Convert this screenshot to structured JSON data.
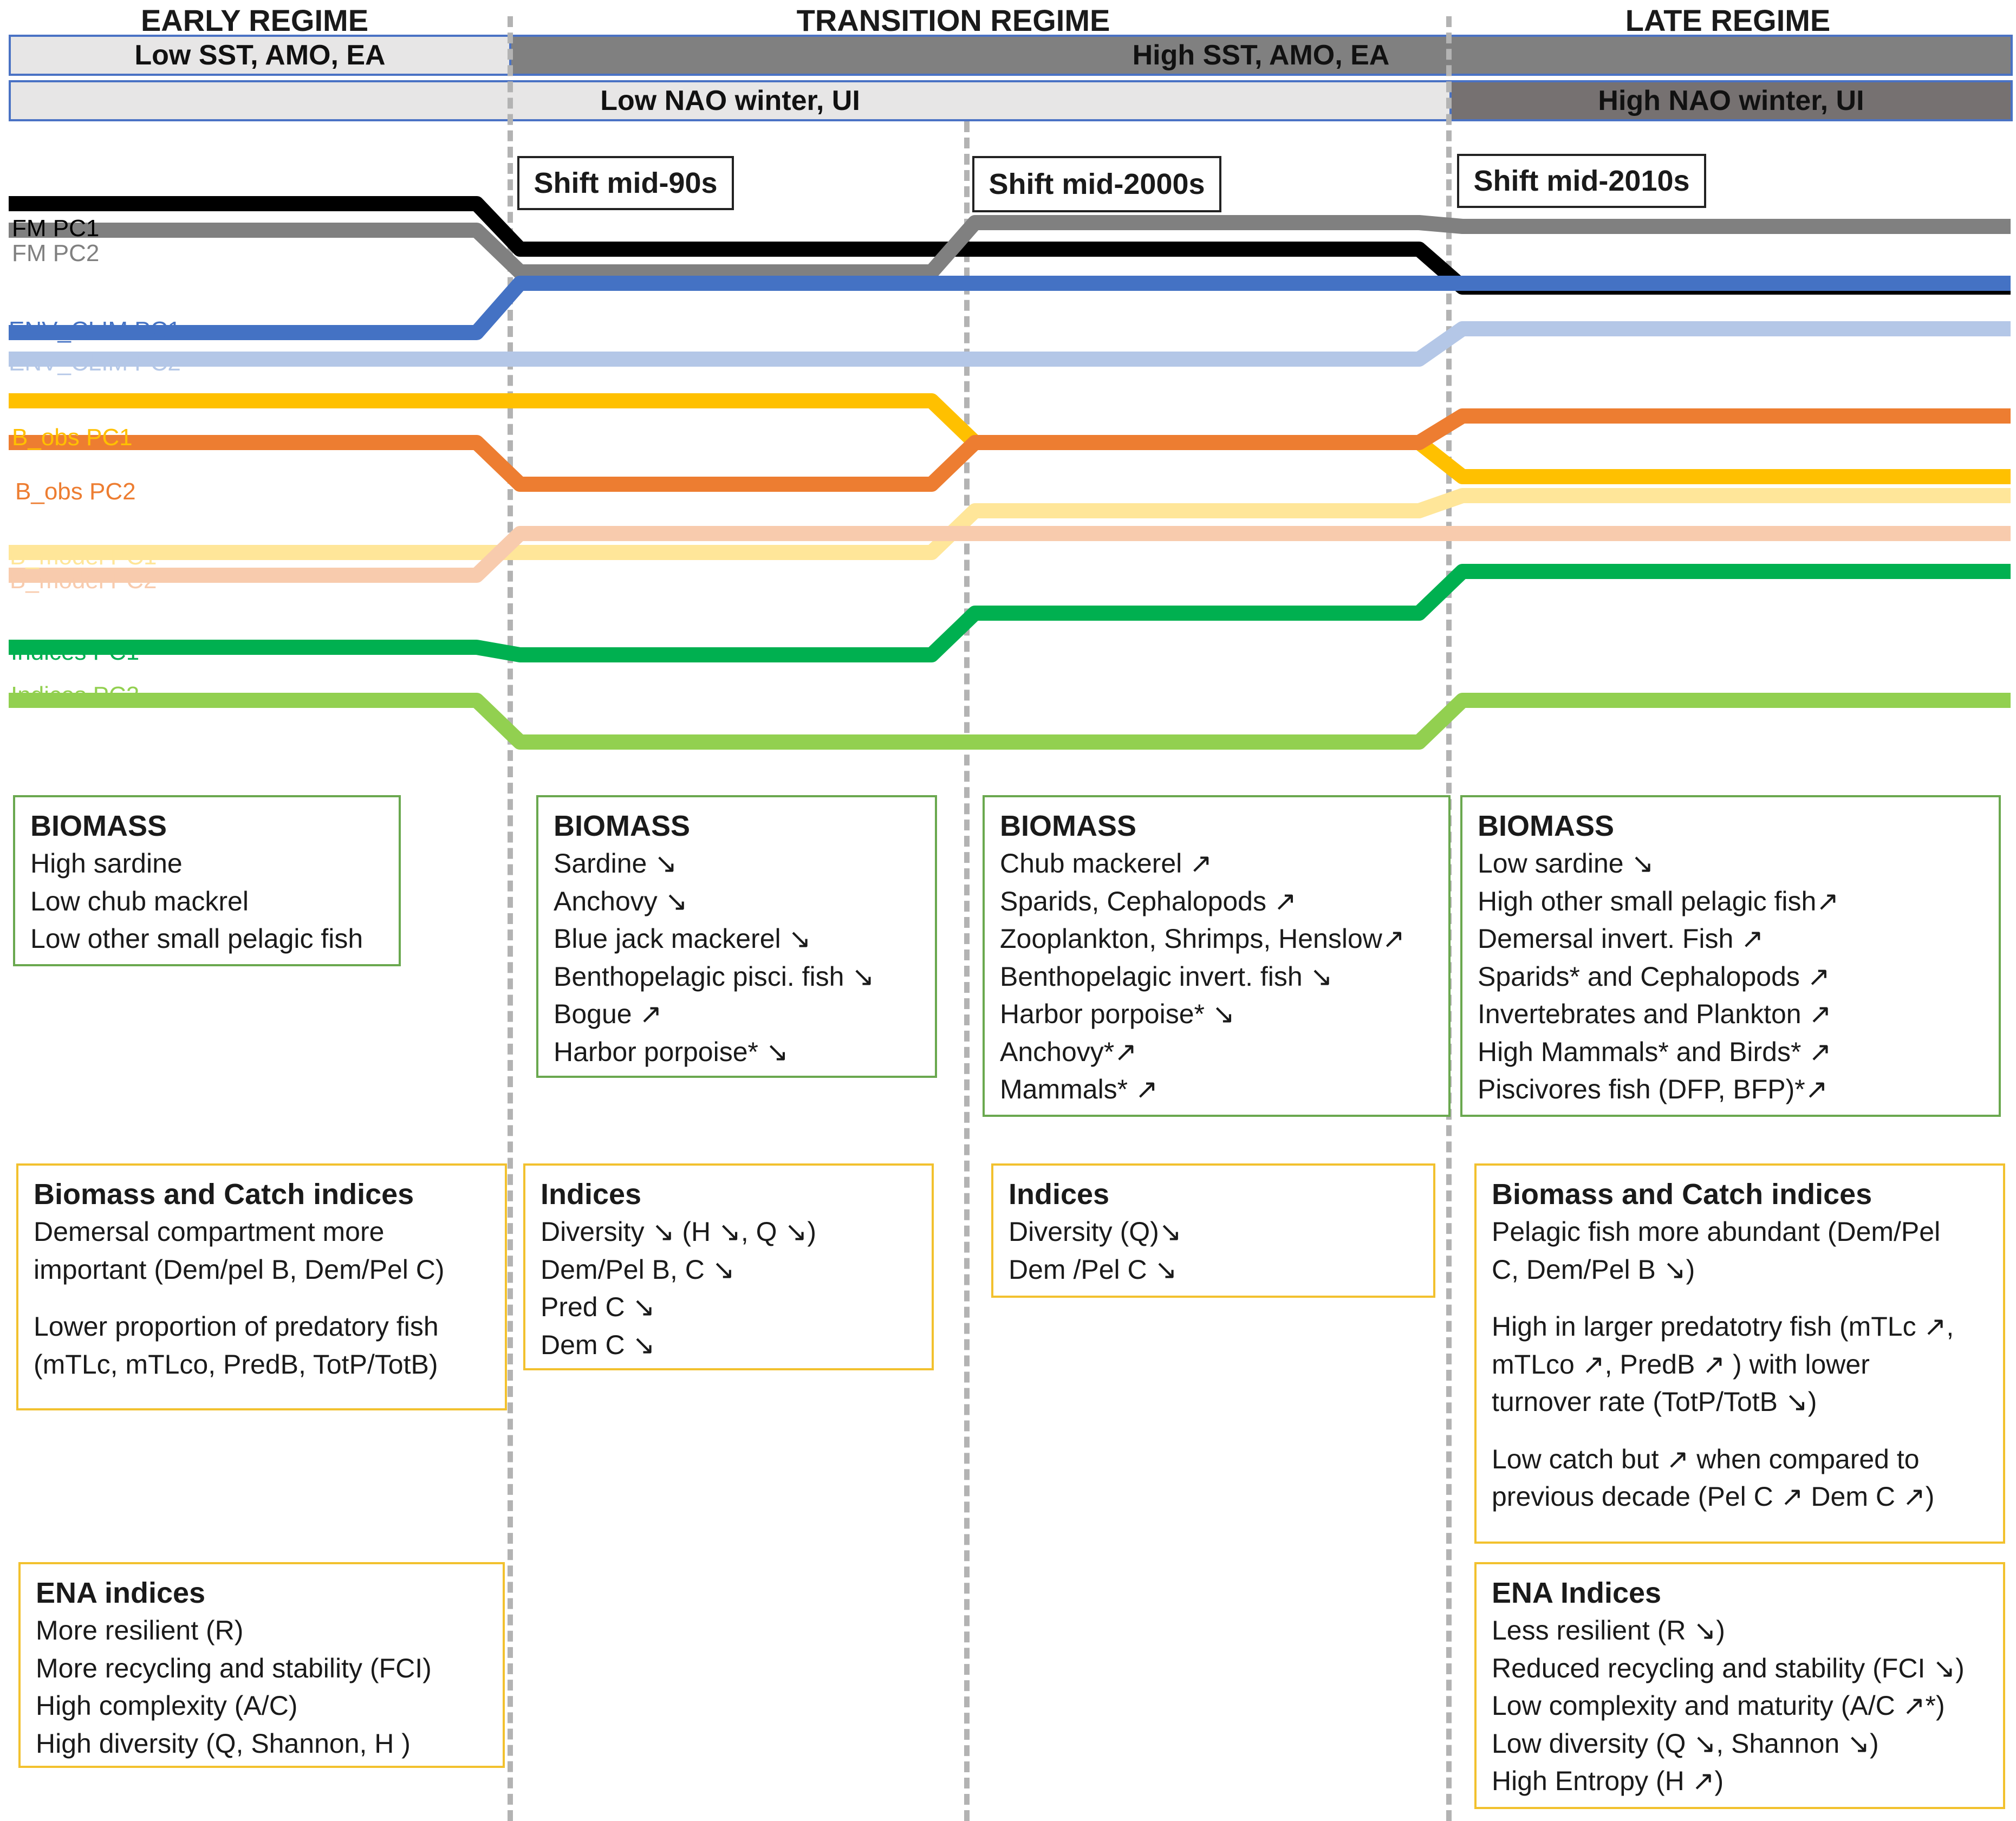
{
  "regimes": {
    "early": "EARLY REGIME",
    "transition": "TRANSITION REGIME",
    "late": "LATE REGIME"
  },
  "bands": {
    "sst_low": "Low SST, AMO, EA",
    "sst_high": "High SST, AMO, EA",
    "nao_low": "Low NAO winter, UI",
    "nao_high": "High NAO winter, UI"
  },
  "shifts": [
    "Shift mid-90s",
    "Shift mid-2000s",
    "Shift mid-2010s"
  ],
  "series": [
    {
      "id": "fm-pc1",
      "label": "FM PC1",
      "color": "#000000",
      "levels": [
        3.6,
        3.0,
        3.0,
        2.5
      ]
    },
    {
      "id": "fm-pc2",
      "label": "FM PC2",
      "color": "#808080",
      "levels": [
        3.25,
        2.7,
        3.35,
        3.3
      ]
    },
    {
      "id": "env-clim-pc1",
      "label": "ENV_CLIM PC1",
      "color": "#4472c4",
      "levels": [
        1.9,
        2.55,
        2.55,
        2.55
      ]
    },
    {
      "id": "env-clim-pc2",
      "label": "ENV_CLIM PC2",
      "color": "#b4c7e7",
      "levels": [
        1.55,
        1.55,
        1.55,
        1.95
      ]
    },
    {
      "id": "b-obs-pc1",
      "label": "B_obs PC1",
      "color": "#ffc000",
      "levels": [
        1.0,
        1.0,
        0.45,
        0.0
      ]
    },
    {
      "id": "b-obs-pc2",
      "label": "B_obs PC2",
      "color": "#ed7d31",
      "levels": [
        0.45,
        -0.1,
        0.45,
        0.8
      ]
    },
    {
      "id": "b-model-pc1",
      "label": "B_model PC1",
      "color": "#ffe699",
      "levels": [
        -1.0,
        -1.0,
        -0.45,
        -0.25
      ]
    },
    {
      "id": "b-model-pc2",
      "label": "B_model PC2",
      "color": "#f8cbad",
      "levels": [
        -1.3,
        -0.75,
        -0.75,
        -0.75
      ]
    },
    {
      "id": "indices-pc1",
      "label": "Indices PC1",
      "color": "#00b050",
      "levels": [
        -2.25,
        -2.35,
        -1.8,
        -1.25
      ]
    },
    {
      "id": "indices-pc2",
      "label": "Indices PC2",
      "color": "#92d050",
      "levels": [
        -2.95,
        -3.5,
        -3.5,
        -2.95
      ]
    }
  ],
  "biomass_boxes": [
    {
      "title": "BIOMASS",
      "items": [
        "High sardine",
        "Low chub mackrel",
        "Low other small pelagic fish"
      ]
    },
    {
      "title": "BIOMASS",
      "items": [
        "Sardine ↘",
        "Anchovy ↘",
        "Blue jack mackerel ↘",
        "Benthopelagic pisci. fish  ↘",
        "Bogue ↗",
        "Harbor porpoise* ↘"
      ]
    },
    {
      "title": "BIOMASS",
      "items": [
        "Chub mackerel ↗",
        "Sparids, Cephalopods ↗",
        "Zooplankton, Shrimps, Henslow↗",
        "Benthopelagic invert. fish ↘",
        "Harbor porpoise* ↘",
        "Anchovy*↗",
        "Mammals* ↗"
      ]
    },
    {
      "title": "BIOMASS",
      "items": [
        "Low sardine ↘",
        "High other small pelagic fish↗",
        "Demersal invert. Fish ↗",
        "Sparids* and Cephalopods ↗",
        "Invertebrates and Plankton ↗",
        "High Mammals* and Birds* ↗",
        "Piscivores fish  (DFP, BFP)*↗"
      ]
    }
  ],
  "indices_boxes": [
    {
      "title": "Biomass and Catch indices",
      "paras": [
        [
          "Demersal compartment more",
          "important (Dem/pel B, Dem/Pel C)"
        ],
        [
          "Lower proportion of predatory fish",
          "(mTLc, mTLco, PredB, TotP/TotB)"
        ]
      ]
    },
    {
      "title": "Indices",
      "paras": [
        [
          "Diversity ↘ (H  ↘, Q  ↘)",
          "Dem/Pel B, C ↘",
          "Pred C ↘",
          "Dem C ↘"
        ]
      ]
    },
    {
      "title": "Indices",
      "paras": [
        [
          "Diversity (Q)↘",
          "Dem /Pel C ↘"
        ]
      ]
    },
    {
      "title": "Biomass and Catch indices",
      "paras": [
        [
          "Pelagic fish more abundant (Dem/Pel",
          "C, Dem/Pel B ↘)"
        ],
        [
          "High in larger predatotry fish  (mTLc ↗,",
          "mTLco ↗, PredB ↗ ) with lower",
          "turnover rate (TotP/TotB ↘)"
        ],
        [
          "Low catch but ↗ when compared to",
          "previous decade (Pel C ↗ Dem C ↗)"
        ]
      ]
    }
  ],
  "ena_boxes": [
    {
      "title": "ENA indices",
      "items": [
        "More resilient (R)",
        "More recycling and stability (FCI)",
        "High complexity (A/C)",
        "High diversity (Q, Shannon, H )"
      ]
    },
    {
      "title": "ENA Indices",
      "items": [
        "Less resilient (R ↘)",
        "Reduced recycling and stability (FCI ↘)",
        "Low complexity and maturity (A/C ↗*)",
        "Low diversity (Q ↘,  Shannon ↘)",
        "High Entropy (H ↗)"
      ]
    }
  ]
}
